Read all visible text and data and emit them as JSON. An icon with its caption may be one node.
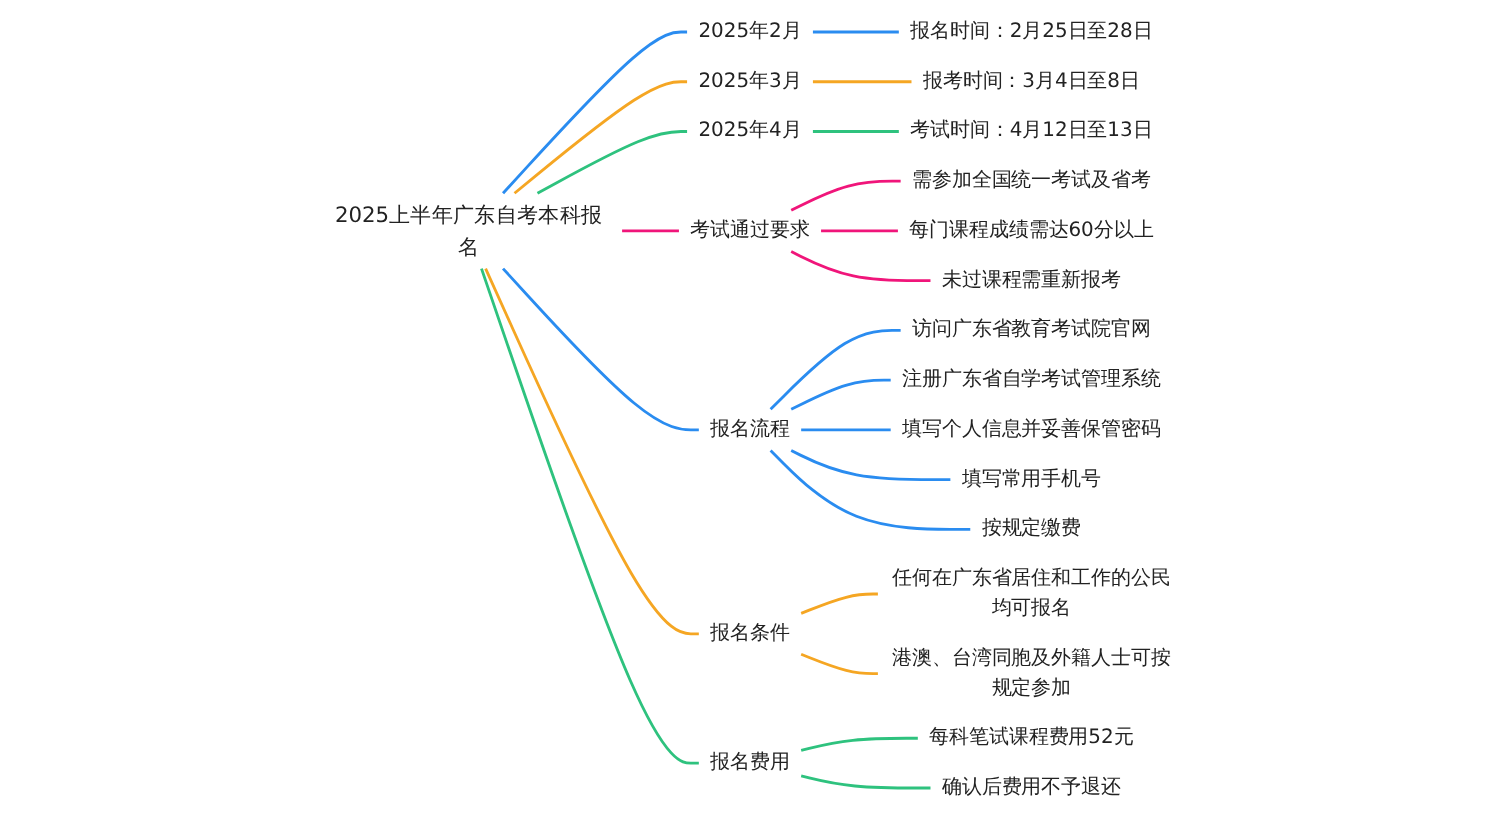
{
  "diagram": {
    "nodes": [
      {
        "text": [
          "2025上半年广东自考本科报名"
        ]
      },
      {
        "text": [
          "2025年2月"
        ]
      },
      {
        "text": [
          "报名时间：2月25日至28日"
        ]
      },
      {
        "text": [
          "2025年3月"
        ]
      },
      {
        "text": [
          "报考时间：3月4日至8日"
        ]
      },
      {
        "text": [
          "2025年4月"
        ]
      },
      {
        "text": [
          "考试时间：4月12日至13日"
        ]
      },
      {
        "text": [
          "考试通过要求"
        ]
      },
      {
        "text": [
          "需参加全国统一考试及省考"
        ]
      },
      {
        "text": [
          "每门课程成绩需达60分以上"
        ]
      },
      {
        "text": [
          "未过课程需重新报考"
        ]
      },
      {
        "text": [
          "报名流程"
        ]
      },
      {
        "text": [
          "访问广东省教育考试院官网"
        ]
      },
      {
        "text": [
          "注册广东省自学考试管理系统"
        ]
      },
      {
        "text": [
          "填写个人信息并妥善保管密码"
        ]
      },
      {
        "text": [
          "填写常用手机号"
        ]
      },
      {
        "text": [
          "按规定缴费"
        ]
      },
      {
        "text": [
          "报名条件"
        ]
      },
      {
        "text": [
          "任何在广东省居住和工作的公民均可报名"
        ]
      },
      {
        "text": [
          "港澳、台湾同胞及外籍人士可按规定参加"
        ]
      },
      {
        "text": [
          "报名费用"
        ]
      },
      {
        "text": [
          "每科笔试课程费用52元"
        ]
      },
      {
        "text": [
          "确认后费用不予退还"
        ]
      }
    ],
    "edges": [
      {
        "from": 0,
        "to": 1,
        "arrow": "none",
        "color": "#2a8cf0"
      },
      {
        "from": 1,
        "to": 2,
        "arrow": "none",
        "color": "#2a8cf0"
      },
      {
        "from": 0,
        "to": 3,
        "arrow": "none",
        "color": "#f5a623"
      },
      {
        "from": 3,
        "to": 4,
        "arrow": "none",
        "color": "#f5a623"
      },
      {
        "from": 0,
        "to": 5,
        "arrow": "none",
        "color": "#2ec27e"
      },
      {
        "from": 5,
        "to": 6,
        "arrow": "none",
        "color": "#2ec27e"
      },
      {
        "from": 0,
        "to": 7,
        "arrow": "none",
        "color": "#f0157a"
      },
      {
        "from": 7,
        "to": 8,
        "arrow": "none",
        "color": "#f0157a"
      },
      {
        "from": 7,
        "to": 9,
        "arrow": "none",
        "color": "#f0157a"
      },
      {
        "from": 7,
        "to": 10,
        "arrow": "none",
        "color": "#f0157a"
      },
      {
        "from": 0,
        "to": 11,
        "arrow": "none",
        "color": "#2a8cf0"
      },
      {
        "from": 11,
        "to": 12,
        "arrow": "none",
        "color": "#2a8cf0"
      },
      {
        "from": 11,
        "to": 13,
        "arrow": "none",
        "color": "#2a8cf0"
      },
      {
        "from": 11,
        "to": 14,
        "arrow": "none",
        "color": "#2a8cf0"
      },
      {
        "from": 11,
        "to": 15,
        "arrow": "none",
        "color": "#2a8cf0"
      },
      {
        "from": 11,
        "to": 16,
        "arrow": "none",
        "color": "#2a8cf0"
      },
      {
        "from": 0,
        "to": 17,
        "arrow": "none",
        "color": "#f5a623"
      },
      {
        "from": 17,
        "to": 18,
        "arrow": "none",
        "color": "#f5a623"
      },
      {
        "from": 17,
        "to": 19,
        "arrow": "none",
        "color": "#f5a623"
      },
      {
        "from": 0,
        "to": 20,
        "arrow": "none",
        "color": "#2ec27e"
      },
      {
        "from": 20,
        "to": 21,
        "arrow": "none",
        "color": "#2ec27e"
      },
      {
        "from": 20,
        "to": 22,
        "arrow": "none",
        "color": "#2ec27e"
      }
    ]
  }
}
